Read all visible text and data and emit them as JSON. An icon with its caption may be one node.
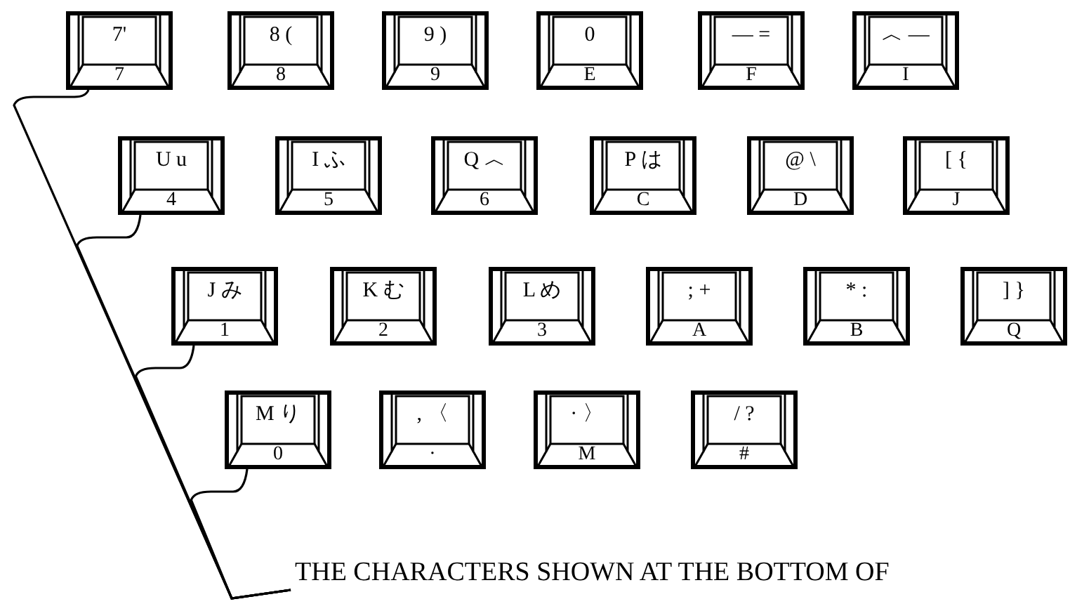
{
  "diagram": {
    "nodes": [
      {
        "text": [
          "7'",
          "7"
        ]
      },
      {
        "text": [
          "8 (",
          "8"
        ]
      },
      {
        "text": [
          "9 )",
          "9"
        ]
      },
      {
        "text": [
          "0",
          "E"
        ]
      },
      {
        "text": [
          "— =",
          "F"
        ]
      },
      {
        "text": [
          "︿ —",
          "I"
        ]
      },
      {
        "text": [
          "U u",
          "4"
        ]
      },
      {
        "text": [
          "I ふ",
          "5"
        ]
      },
      {
        "text": [
          "Q ︿",
          "6"
        ]
      },
      {
        "text": [
          "P は",
          "C"
        ]
      },
      {
        "text": [
          "@ \\",
          "D"
        ]
      },
      {
        "text": [
          "[ {",
          "J"
        ]
      },
      {
        "text": [
          "J み",
          "1"
        ]
      },
      {
        "text": [
          "K む",
          "2"
        ]
      },
      {
        "text": [
          "L め",
          "3"
        ]
      },
      {
        "text": [
          "; +",
          "A"
        ]
      },
      {
        "text": [
          "* :",
          "B"
        ]
      },
      {
        "text": [
          "] }",
          "Q"
        ]
      },
      {
        "text": [
          "M り",
          "0"
        ]
      },
      {
        "text": [
          ", 〈",
          "·"
        ]
      },
      {
        "text": [
          "· 〉",
          "M"
        ]
      },
      {
        "text": [
          "/ ?",
          "#"
        ]
      },
      {
        "text": [
          "THE CHARACTERS SHOWN AT THE BOTTOM OF"
        ]
      }
    ],
    "edges": [
      {
        "from": 22,
        "to": 0,
        "arrow": "none"
      },
      {
        "from": 22,
        "to": 6,
        "arrow": "none"
      },
      {
        "from": 22,
        "to": 12,
        "arrow": "none"
      },
      {
        "from": 22,
        "to": 18,
        "arrow": "none"
      }
    ]
  }
}
